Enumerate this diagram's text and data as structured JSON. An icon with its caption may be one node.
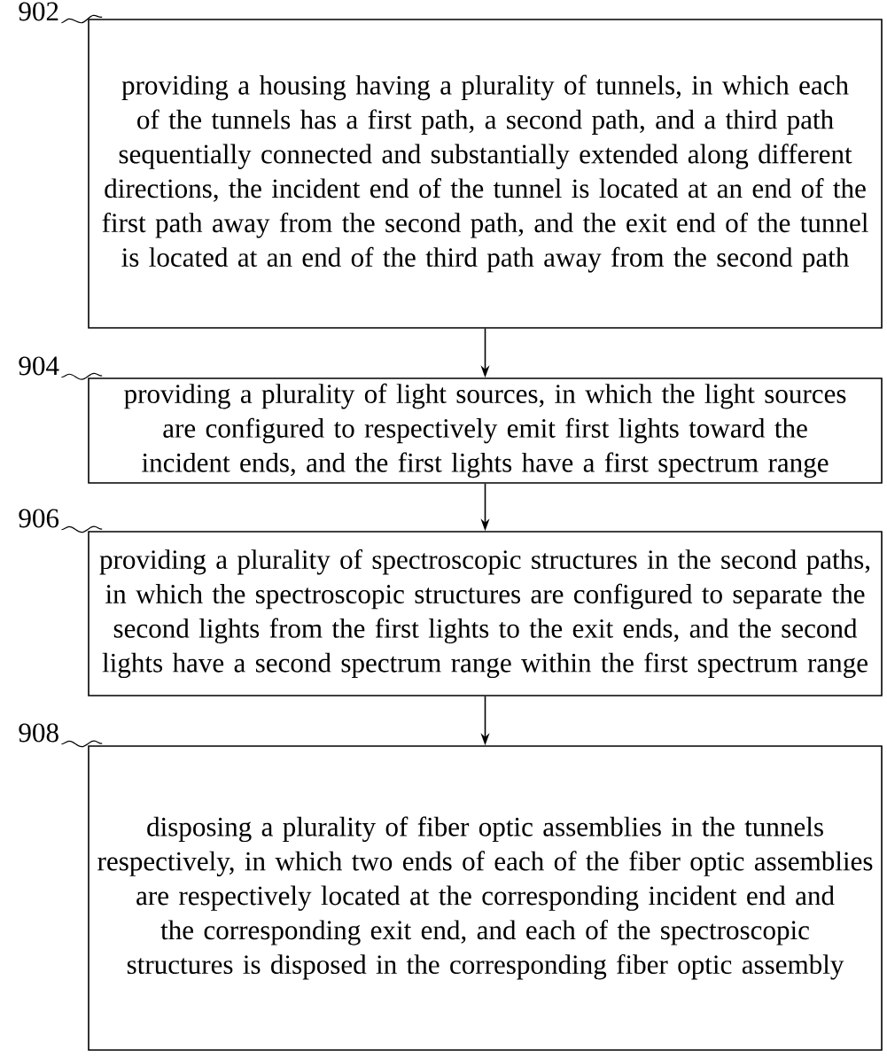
{
  "diagram": {
    "nodes": [
      {
        "text": [
          "providing a housing having a plurality of tunnels, in which each of the tunnels has a first path, a second path, and a third path sequentially connected and substantially extended along different directions, the incident end of the tunnel is located at an end of the first path away from the second path, and the exit end of the tunnel is located at an end of the third path away from the second path"
        ]
      },
      {
        "text": [
          "providing a plurality of light sources, in which the light sources are configured to respectively emit first lights toward the incident ends, and the first lights have a first spectrum range"
        ]
      },
      {
        "text": [
          "providing a plurality of spectroscopic structures in the second paths, in which the spectroscopic structures are configured to separate the second lights from the first lights to the exit ends, and the second lights have a second spectrum range within the first spectrum range"
        ]
      },
      {
        "text": [
          "disposing a plurality of fiber optic assemblies in the tunnels respectively, in which two ends of each of the fiber optic assemblies are respectively located at the corresponding incident end and the corresponding exit end, and each of the spectroscopic structures is disposed in the corresponding fiber optic assembly"
        ]
      },
      {
        "text": [
          "902"
        ]
      },
      {
        "text": [
          "904"
        ]
      },
      {
        "text": [
          "906"
        ]
      },
      {
        "text": [
          "908"
        ]
      }
    ],
    "edges": [
      {
        "from": 0,
        "to": 1,
        "arrow": "to"
      },
      {
        "from": 1,
        "to": 2,
        "arrow": "to"
      },
      {
        "from": 2,
        "to": 3,
        "arrow": "to"
      },
      {
        "from": 4,
        "to": 0,
        "arrow": "none"
      },
      {
        "from": 5,
        "to": 1,
        "arrow": "none"
      },
      {
        "from": 6,
        "to": 2,
        "arrow": "none"
      },
      {
        "from": 7,
        "to": 3,
        "arrow": "none"
      }
    ]
  }
}
